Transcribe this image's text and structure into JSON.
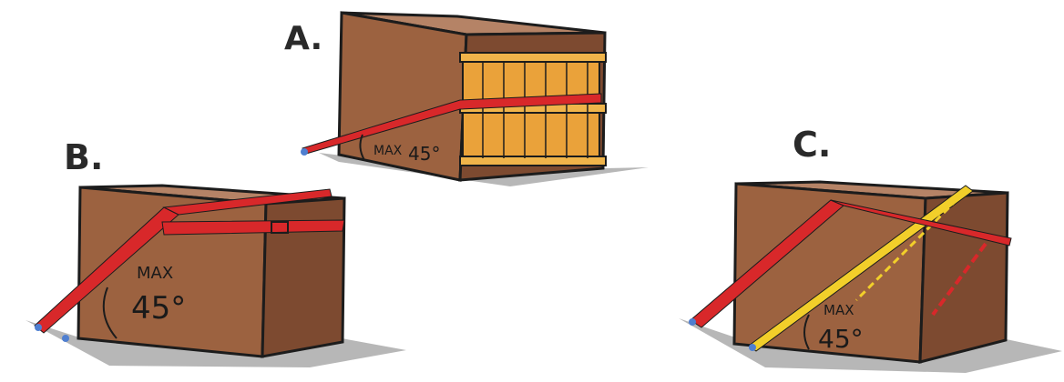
{
  "figure": {
    "panels": [
      {
        "id": "A",
        "label": "A.",
        "max_text": "MAX",
        "angle_text": "45°"
      },
      {
        "id": "B",
        "label": "B.",
        "max_text": "MAX",
        "angle_text": "45°"
      },
      {
        "id": "C",
        "label": "C.",
        "max_text": "MAX",
        "angle_text": "45°"
      }
    ]
  },
  "colors": {
    "box_front": "#9c6240",
    "box_side": "#7d4a30",
    "box_top": "#b58366",
    "outline": "#1c1c1c",
    "strap_red": "#d8282a",
    "strap_yellow": "#f2cf2a",
    "crate_orange": "#eaa23a",
    "shadow": "#b7b7b7",
    "anchor": "#4f7fd0"
  }
}
